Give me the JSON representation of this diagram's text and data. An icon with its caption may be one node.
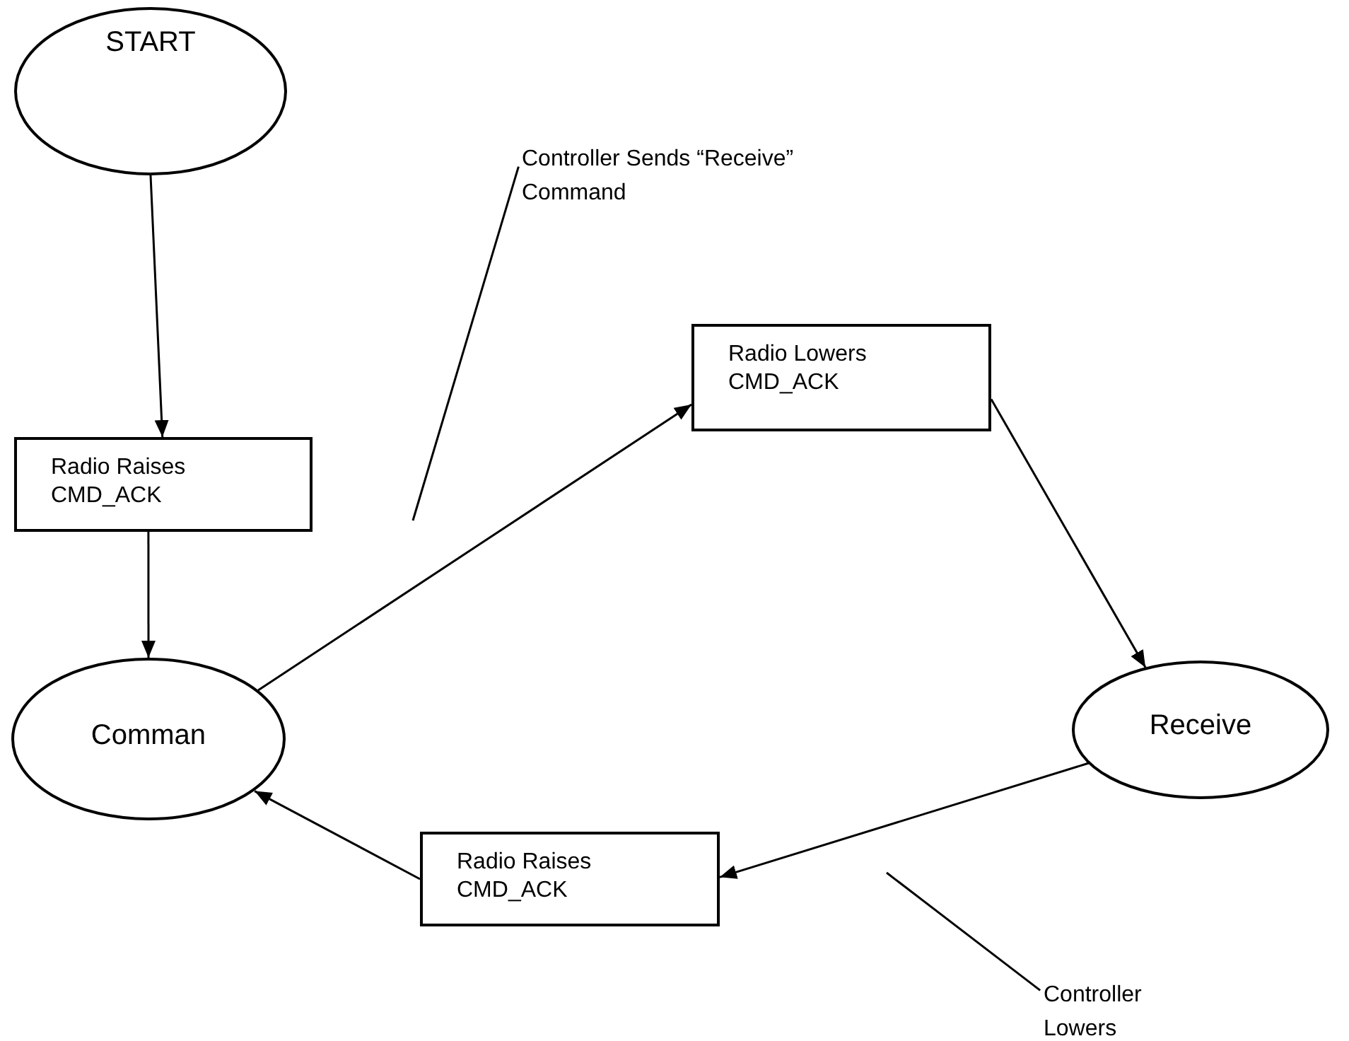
{
  "diagram": {
    "nodes": [
      {
        "text": [
          "START"
        ]
      },
      {
        "text": [
          "Radio Raises CMD_ACK"
        ]
      },
      {
        "text": [
          "Comman"
        ]
      },
      {
        "text": [
          "Radio Lowers CMD_ACK"
        ]
      },
      {
        "text": [
          "Receive"
        ]
      },
      {
        "text": [
          "Radio Raises CMD_ACK"
        ]
      },
      {
        "text": [
          "Controller Sends “Receive” Command"
        ]
      },
      {
        "text": [
          "Controller Lowers"
        ]
      }
    ],
    "edges": [
      {
        "from": 0,
        "to": 1,
        "arrow": "to"
      },
      {
        "from": 1,
        "to": 2,
        "arrow": "to"
      },
      {
        "from": 2,
        "to": 3,
        "arrow": "to"
      },
      {
        "from": 3,
        "to": 4,
        "arrow": "to"
      },
      {
        "from": 4,
        "to": 5,
        "arrow": "to"
      },
      {
        "from": 5,
        "to": 2,
        "arrow": "to"
      },
      {
        "from": 6,
        "to": null,
        "arrow": "none"
      },
      {
        "from": 7,
        "to": null,
        "arrow": "none"
      }
    ]
  }
}
